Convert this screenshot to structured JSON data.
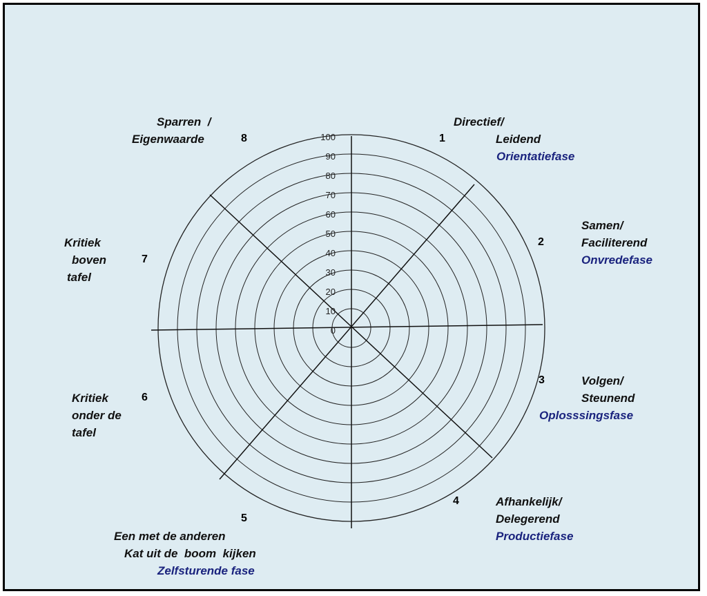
{
  "colors": {
    "background": "#deecf2",
    "border": "#000000",
    "phase": "#1a237e"
  },
  "scale": {
    "min": 0,
    "max": 100,
    "step": 10,
    "ticks": [
      "0",
      "10",
      "20",
      "30",
      "40",
      "50",
      "60",
      "70",
      "80",
      "90",
      "100"
    ]
  },
  "sectors": [
    {
      "number": "1",
      "line1": "Directief/",
      "line2": "Leidend",
      "phase": "Orientatiefase"
    },
    {
      "number": "2",
      "line1": "Samen/",
      "line2": "Faciliterend",
      "phase": "Onvredefase"
    },
    {
      "number": "3",
      "line1": "Volgen/",
      "line2": "Steunend",
      "phase": "Oplosssingsfase"
    },
    {
      "number": "4",
      "line1": "Afhankelijk/",
      "line2": "Delegerend",
      "phase": "Productiefase"
    },
    {
      "number": "5",
      "line1": "Een met de anderen",
      "line2": "Kat uit de  boom  kijken",
      "phase": "Zelfsturende fase"
    },
    {
      "number": "6",
      "line1": "Kritiek",
      "line2": "onder de",
      "line3": "tafel"
    },
    {
      "number": "7",
      "line1": "Kritiek",
      "line2": "boven",
      "line3": "tafel"
    },
    {
      "number": "8",
      "line1": "Sparren  /",
      "line2": "Eigenwaarde"
    }
  ]
}
